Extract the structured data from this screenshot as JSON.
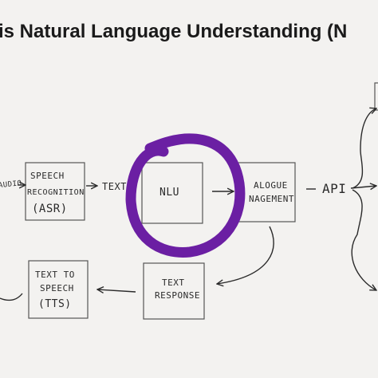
{
  "title": "is Natural Language Understanding (N",
  "nodes": {
    "audio": "AUDIO",
    "asr": [
      "SPEECH",
      "RECOGNITION",
      "(ASR)"
    ],
    "text_label": "TEXT",
    "nlu": "NLU",
    "dm": [
      "ALOGUE",
      "NAGEMENT"
    ],
    "api": "API",
    "response": [
      "TEXT",
      "RESPONSE"
    ],
    "tts": [
      "TEXT TO",
      "SPEECH",
      "(TTS)"
    ]
  },
  "colors": {
    "highlight": "#6b1fa3",
    "ink": "#2a2a2a",
    "background": "#f3f2f0"
  }
}
